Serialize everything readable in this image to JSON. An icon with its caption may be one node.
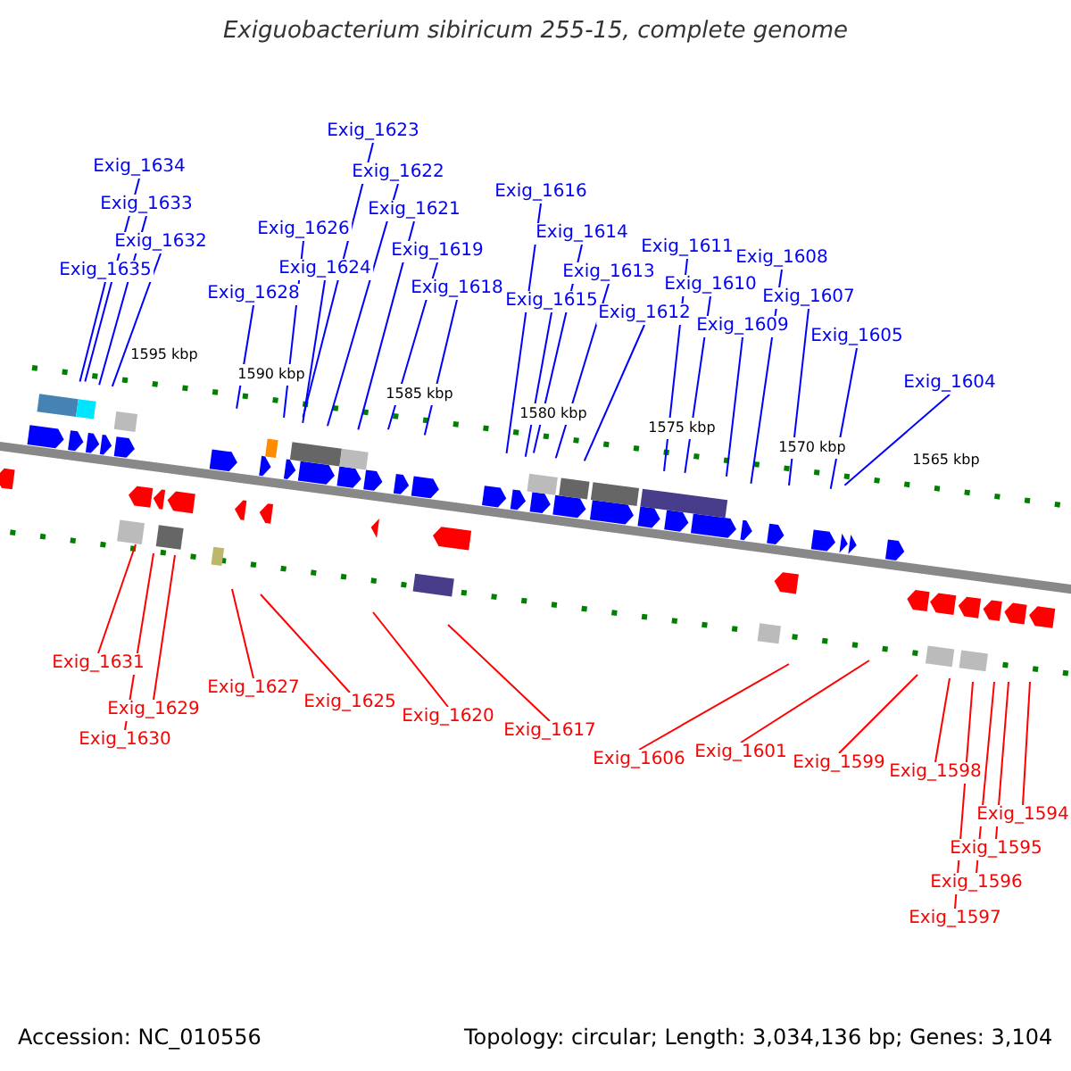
{
  "diagram": {
    "title": "Exiguobacterium sibiricum 255-15, complete genome",
    "nodes": [
      {
        "text": [
          "Exig_1623"
        ]
      },
      {
        "text": [
          "Exig_1634"
        ]
      },
      {
        "text": [
          "Exig_1622"
        ]
      },
      {
        "text": [
          "Exig_1616"
        ]
      },
      {
        "text": [
          "Exig_1633"
        ]
      },
      {
        "text": [
          "Exig_1621"
        ]
      },
      {
        "text": [
          "Exig_1626"
        ]
      },
      {
        "text": [
          "Exig_1614"
        ]
      },
      {
        "text": [
          "Exig_1632"
        ]
      },
      {
        "text": [
          "Exig_1611"
        ]
      },
      {
        "text": [
          "Exig_1619"
        ]
      },
      {
        "text": [
          "Exig_1608"
        ]
      },
      {
        "text": [
          "Exig_1635"
        ]
      },
      {
        "text": [
          "Exig_1624"
        ]
      },
      {
        "text": [
          "Exig_1613"
        ]
      },
      {
        "text": [
          "Exig_1610"
        ]
      },
      {
        "text": [
          "Exig_1618"
        ]
      },
      {
        "text": [
          "Exig_1628"
        ]
      },
      {
        "text": [
          "Exig_1607"
        ]
      },
      {
        "text": [
          "Exig_1615"
        ]
      },
      {
        "text": [
          "Exig_1612"
        ]
      },
      {
        "text": [
          "Exig_1609"
        ]
      },
      {
        "text": [
          "Exig_1605"
        ]
      },
      {
        "text": [
          "Exig_1604"
        ]
      },
      {
        "text": [
          "Exig_1631"
        ]
      },
      {
        "text": [
          "Exig_1627"
        ]
      },
      {
        "text": [
          "Exig_1625"
        ]
      },
      {
        "text": [
          "Exig_1629"
        ]
      },
      {
        "text": [
          "Exig_1620"
        ]
      },
      {
        "text": [
          "Exig_1617"
        ]
      },
      {
        "text": [
          "Exig_1630"
        ]
      },
      {
        "text": [
          "Exig_1601"
        ]
      },
      {
        "text": [
          "Exig_1606"
        ]
      },
      {
        "text": [
          "Exig_1599"
        ]
      },
      {
        "text": [
          "Exig_1598"
        ]
      },
      {
        "text": [
          "Exig_1594"
        ]
      },
      {
        "text": [
          "Exig_1595"
        ]
      },
      {
        "text": [
          "Exig_1596"
        ]
      },
      {
        "text": [
          "Exig_1597"
        ]
      }
    ],
    "edges": [
      {
        "from": 0,
        "to": null,
        "arrow": "none"
      },
      {
        "from": 1,
        "to": null,
        "arrow": "none"
      },
      {
        "from": 2,
        "to": null,
        "arrow": "none"
      },
      {
        "from": 3,
        "to": null,
        "arrow": "none"
      },
      {
        "from": 4,
        "to": null,
        "arrow": "none"
      },
      {
        "from": 5,
        "to": null,
        "arrow": "none"
      },
      {
        "from": 6,
        "to": null,
        "arrow": "none"
      },
      {
        "from": 7,
        "to": null,
        "arrow": "none"
      },
      {
        "from": 8,
        "to": null,
        "arrow": "none"
      },
      {
        "from": 9,
        "to": null,
        "arrow": "none"
      },
      {
        "from": 10,
        "to": null,
        "arrow": "none"
      },
      {
        "from": 11,
        "to": null,
        "arrow": "none"
      },
      {
        "from": 12,
        "to": null,
        "arrow": "none"
      },
      {
        "from": 13,
        "to": null,
        "arrow": "none"
      },
      {
        "from": 14,
        "to": null,
        "arrow": "none"
      },
      {
        "from": 15,
        "to": null,
        "arrow": "none"
      },
      {
        "from": 16,
        "to": null,
        "arrow": "none"
      },
      {
        "from": 17,
        "to": null,
        "arrow": "none"
      },
      {
        "from": 18,
        "to": null,
        "arrow": "none"
      },
      {
        "from": 19,
        "to": null,
        "arrow": "none"
      },
      {
        "from": 20,
        "to": null,
        "arrow": "none"
      },
      {
        "from": 21,
        "to": null,
        "arrow": "none"
      },
      {
        "from": 22,
        "to": null,
        "arrow": "none"
      },
      {
        "from": 23,
        "to": null,
        "arrow": "none"
      },
      {
        "from": 24,
        "to": null,
        "arrow": "none",
        "color": "#ff0000"
      },
      {
        "from": 25,
        "to": null,
        "arrow": "none",
        "color": "#ff0000"
      },
      {
        "from": 26,
        "to": null,
        "arrow": "none",
        "color": "#ff0000"
      },
      {
        "from": 27,
        "to": null,
        "arrow": "none",
        "color": "#ff0000"
      },
      {
        "from": 28,
        "to": null,
        "arrow": "none",
        "color": "#ff0000"
      },
      {
        "from": 29,
        "to": null,
        "arrow": "none",
        "color": "#ff0000"
      },
      {
        "from": 30,
        "to": null,
        "arrow": "none",
        "color": "#ff0000"
      },
      {
        "from": 31,
        "to": null,
        "arrow": "none",
        "color": "#ff0000"
      },
      {
        "from": 32,
        "to": null,
        "arrow": "none",
        "color": "#ff0000"
      },
      {
        "from": 33,
        "to": null,
        "arrow": "none",
        "color": "#ff0000"
      },
      {
        "from": 34,
        "to": null,
        "arrow": "none",
        "color": "#ff0000"
      },
      {
        "from": 35,
        "to": null,
        "arrow": "none",
        "color": "#ff0000"
      },
      {
        "from": 36,
        "to": null,
        "arrow": "none",
        "color": "#ff0000"
      },
      {
        "from": 37,
        "to": null,
        "arrow": "none",
        "color": "#ff0000"
      },
      {
        "from": 38,
        "to": null,
        "arrow": "none",
        "color": "#ff0000"
      }
    ],
    "labels": [
      "1595 kbp",
      "1590 kbp",
      "1585 kbp",
      "1580 kbp",
      "1575 kbp",
      "1570 kbp",
      "1565 kbp",
      "Accession: NC_010556",
      "Topology: circular; Length: 3,034,136 bp; Genes: 3,104"
    ]
  }
}
